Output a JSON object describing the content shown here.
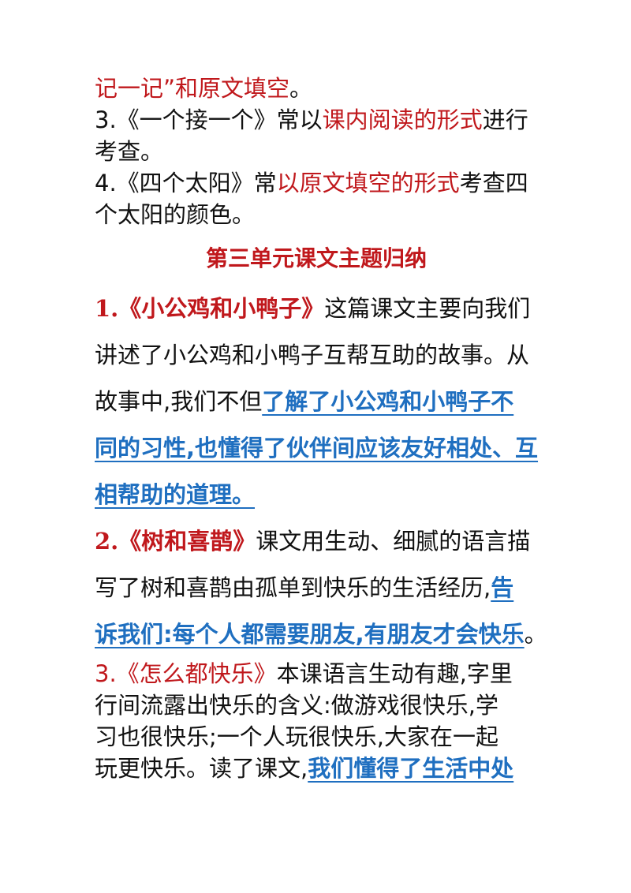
{
  "intro": {
    "line1": {
      "red": "记一记”和原文填空",
      "rest": "。"
    },
    "item3": {
      "prefix": "3.《一个接一个》常以",
      "red": "课内阅读的形式",
      "suffix": "进行"
    },
    "item3_line2": "考查。",
    "item4": {
      "prefix": "4.《四个太阳》常",
      "red": "以原文填空的形式",
      "suffix": "考查四"
    },
    "item4_line2": "个太阳的颜色。"
  },
  "heading": "第三单元课文主题归纳",
  "s1": {
    "num": "1.",
    "title": "《小公鸡和小鸭子》",
    "l1_rest": "这篇课文主要向我们",
    "l2": "讲述了小公鸡和小鸭子互帮互助的故事。从",
    "l3_prefix": "故事中,我们不但",
    "l3_blue": "了解了小公鸡和小鸭子不",
    "l4_blue": "同的习性,也懂得了伙伴间应该友好相处、互",
    "l5_blue": "相帮助的道理。"
  },
  "s2": {
    "num": "2.",
    "title": "《树和喜鹊》",
    "l1_rest": "课文用生动、细腻的语言描",
    "l2_prefix": "写了树和喜鹊由孤单到快乐的生活经历,",
    "l2_blue": "告",
    "l3_blue": "诉我们:每个人都需要朋友,有朋友才会快乐",
    "l3_end": "。"
  },
  "s3": {
    "title": "3.《怎么都快乐》",
    "l1_rest": "本课语言生动有趣,字里",
    "l2": "行间流露出快乐的含义:做游戏很快乐,学",
    "l3": "习也很快乐;一个人玩很快乐,大家在一起",
    "l4_prefix": "玩更快乐。读了课文,",
    "l4_blue": "我们懂得了生活中处"
  }
}
